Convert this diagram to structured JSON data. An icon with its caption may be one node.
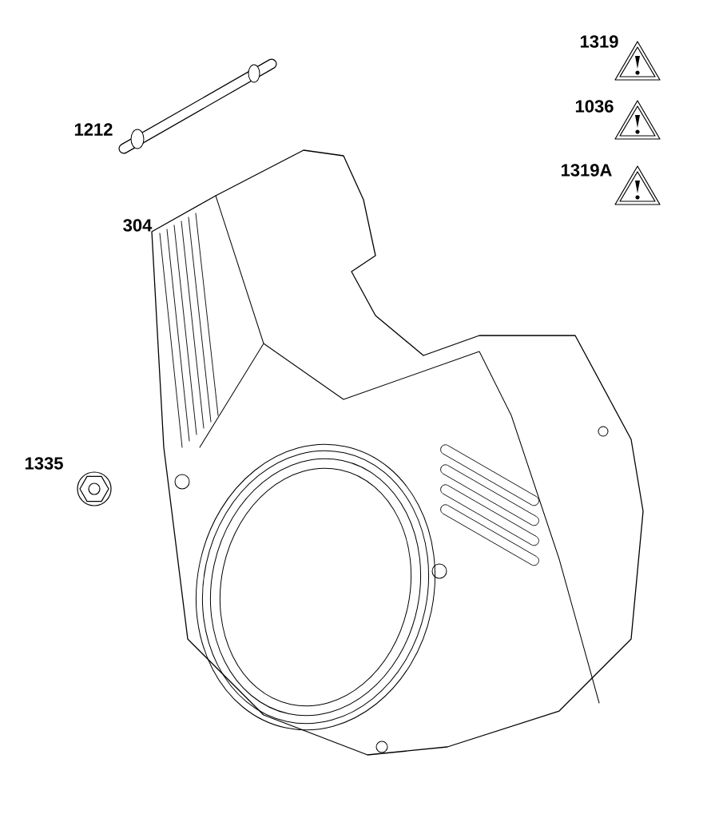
{
  "diagram": {
    "labels": [
      "1319",
      "1036",
      "1212",
      "1319A",
      "304",
      "1335"
    ]
  }
}
